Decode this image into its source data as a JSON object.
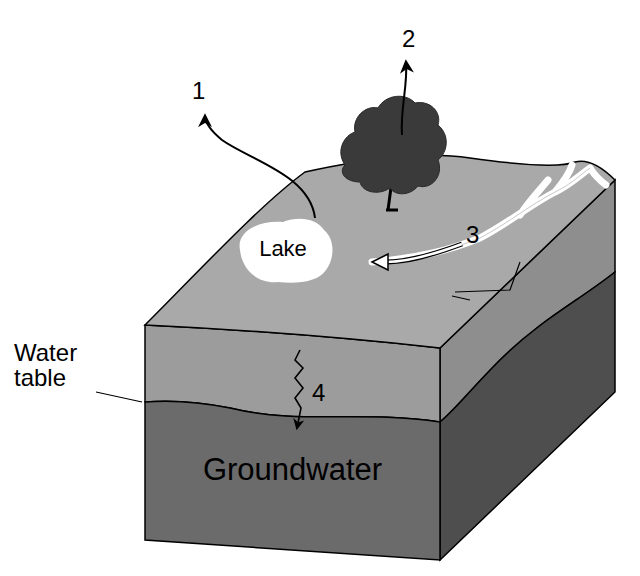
{
  "diagram": {
    "nodes": [
      {
        "text": [
          "Lake"
        ]
      },
      {
        "text": [
          "Groundwater"
        ]
      }
    ],
    "labels": [
      "1",
      "2",
      "3",
      "Water table",
      "4"
    ]
  }
}
